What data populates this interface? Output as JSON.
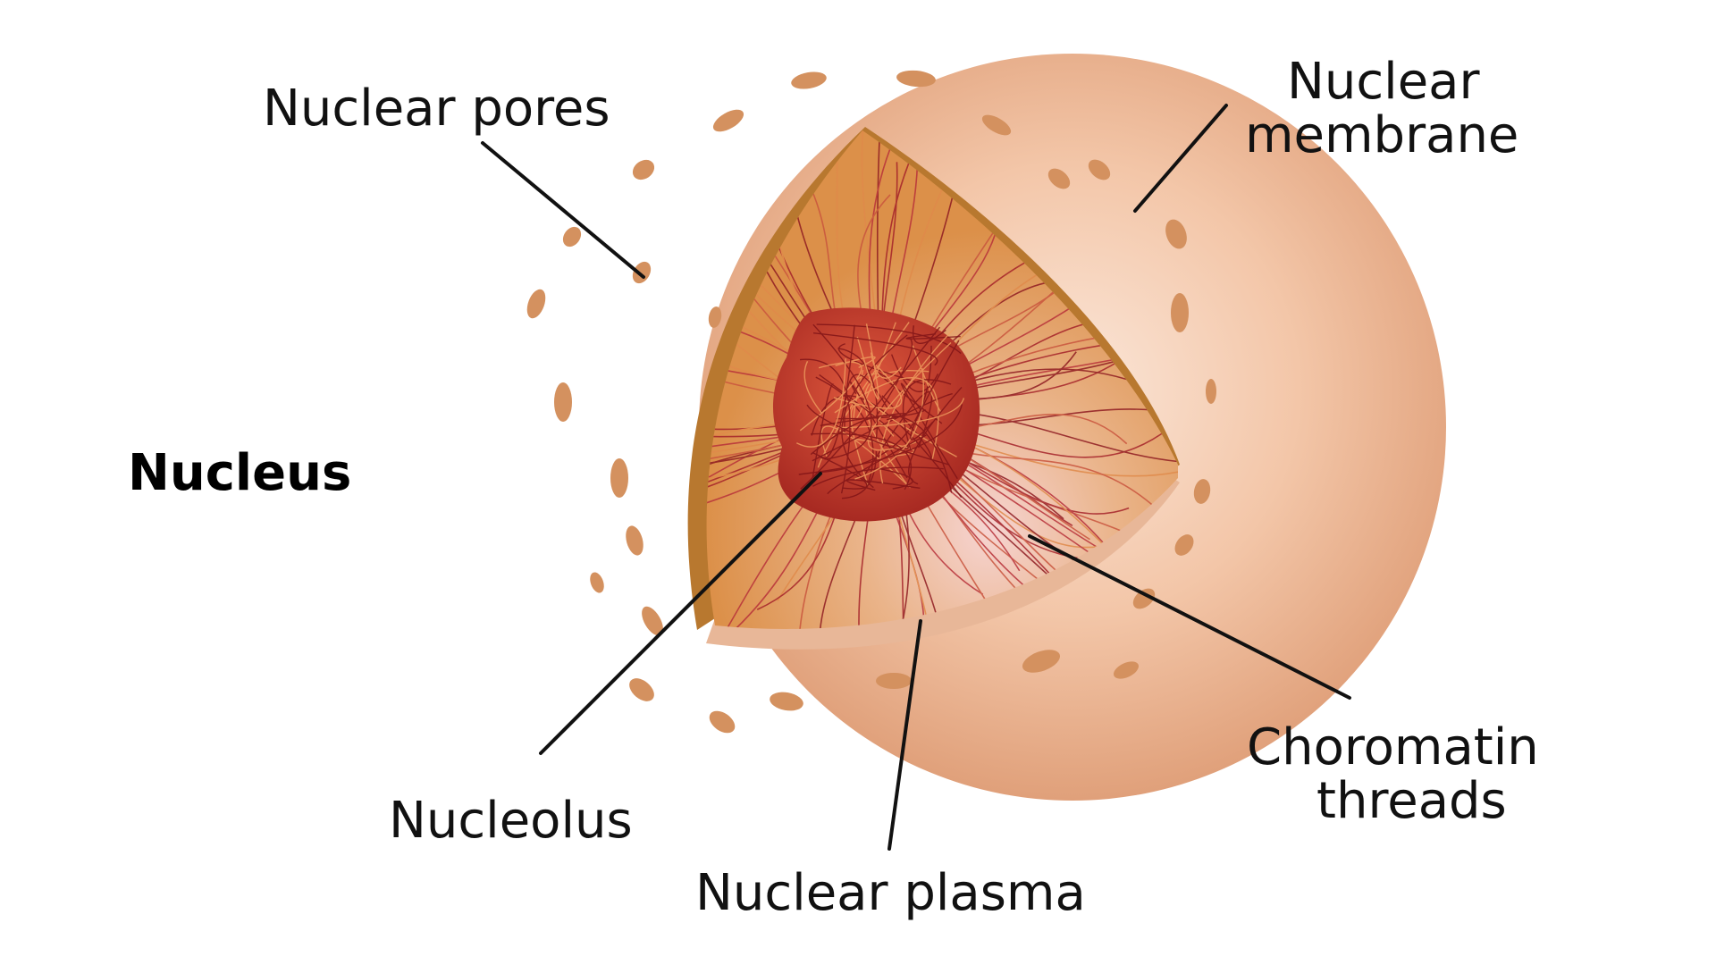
{
  "diagram": {
    "title": "Nucleus",
    "labels": {
      "nuclear_pores": "Nuclear pores",
      "nuclear_membrane_line1": "Nuclear",
      "nuclear_membrane_line2": "membrane",
      "nucleolus": "Nucleolus",
      "nuclear_plasma": "Nuclear plasma",
      "chromatin_line1": "Choromatin",
      "chromatin_line2": "threads"
    }
  },
  "colors": {
    "background": "#ffffff",
    "outer_sphere_light": "#f8dcc8",
    "outer_sphere_dark": "#e4a27a",
    "pore": "#d4915f",
    "rim": "#b8782f",
    "interior": "#e19a55",
    "interior_glow": "#f6d4d2",
    "nucleolus": "#c6402e",
    "thread": "#a5232a",
    "leader_line": "#111111"
  }
}
